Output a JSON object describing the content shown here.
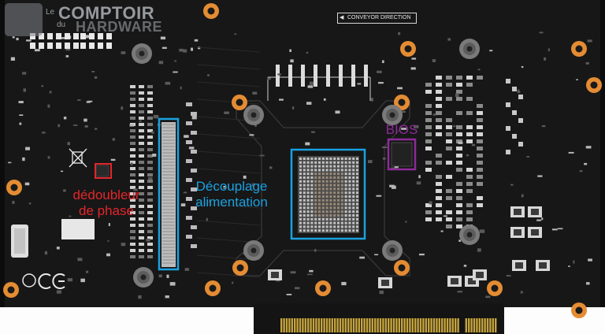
{
  "watermark": {
    "le": "Le",
    "du": "du",
    "brand_top": "COMPTOIR",
    "brand_bottom": "HARDWARE"
  },
  "silkscreen": {
    "conveyor": "CONVEYOR DIRECTION"
  },
  "annotations": [
    {
      "id": "phase-doubler",
      "lines": [
        "dédoubleur",
        "de phase"
      ],
      "color": "#e3262b"
    },
    {
      "id": "decoupling",
      "lines": [
        "Découplage",
        "alimentation"
      ],
      "color": "#1aa1e0"
    },
    {
      "id": "bios",
      "lines": [
        "BIOS"
      ],
      "color": "#8e2a9a"
    }
  ],
  "colors": {
    "pcb": "#151515",
    "pad_orange": "#e48c33",
    "gold_finger": "#c6a43c",
    "decoupling_box": "#1aa1e0",
    "gpu_box": "#1aa1e0",
    "phase_box": "#e3262b",
    "bios_box": "#8e2a9a"
  }
}
